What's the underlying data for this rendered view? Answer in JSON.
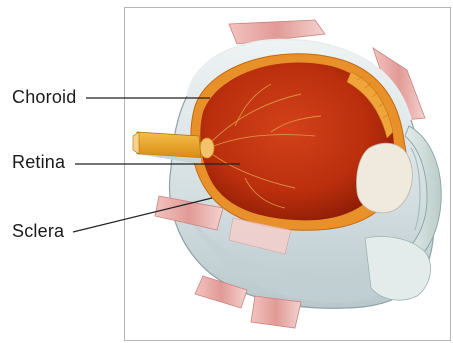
{
  "labels": {
    "choroid": "Choroid",
    "retina": "Retina",
    "sclera": "Sclera"
  },
  "colors": {
    "sclera": "#d7e1e4",
    "retina": "#c2330f",
    "choroid": "#e58a1f",
    "muscle": "#e8a9a5",
    "optic_nerve": "#e8a12a",
    "leader_line": "#222222"
  }
}
